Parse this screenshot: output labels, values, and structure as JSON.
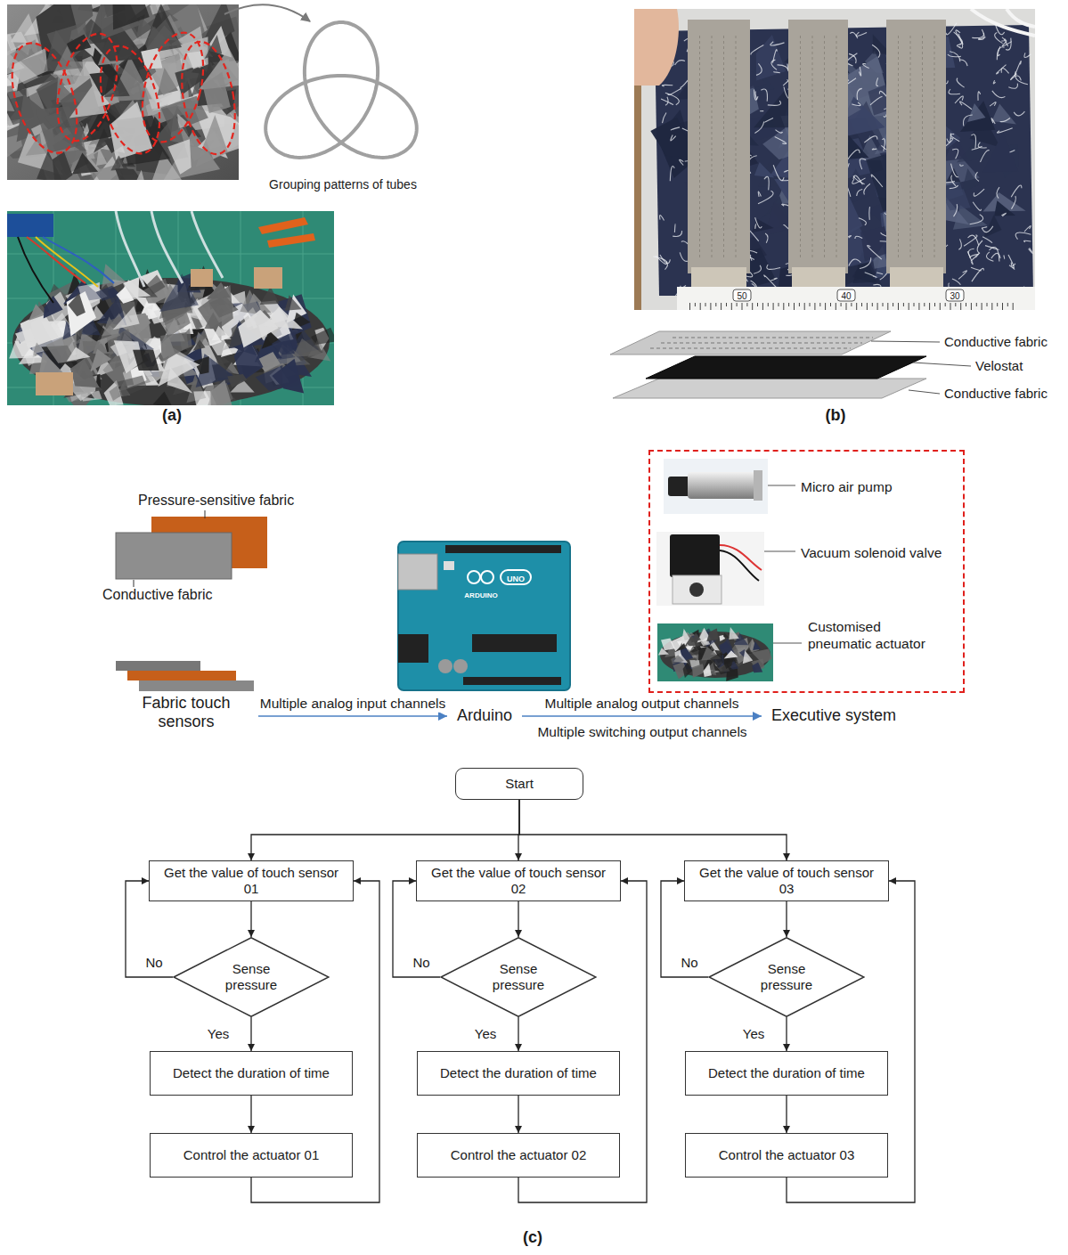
{
  "diagram": {
    "nodes": [
      {
        "text": [
          "Fabric touch sensors"
        ]
      },
      {
        "text": [
          "Arduino"
        ]
      },
      {
        "text": [
          "Executive system"
        ]
      },
      {
        "text": [
          "Micro air pump",
          "Vacuum solenoid valve",
          "Customised pneumatic actuator"
        ]
      },
      {
        "text": [
          "Start"
        ]
      },
      {
        "text": [
          "Get the value of touch sensor 01"
        ]
      },
      {
        "text": [
          "Sense pressure"
        ]
      },
      {
        "text": [
          "Detect the duration of time"
        ]
      },
      {
        "text": [
          "Control the actuator 01"
        ]
      },
      {
        "text": [
          "Get the value of touch sensor 02"
        ]
      },
      {
        "text": [
          "Sense pressure"
        ]
      },
      {
        "text": [
          "Detect the duration of time"
        ]
      },
      {
        "text": [
          "Control the actuator 02"
        ]
      },
      {
        "text": [
          "Get the value of touch sensor 03"
        ]
      },
      {
        "text": [
          "Sense pressure"
        ]
      },
      {
        "text": [
          "Detect the duration of time"
        ]
      },
      {
        "text": [
          "Control the actuator 03"
        ]
      }
    ],
    "edges": [
      {
        "from": 0,
        "to": 1,
        "arrow": "to",
        "label": "Multiple analog input channels"
      },
      {
        "from": 1,
        "to": 2,
        "arrow": "to",
        "label": "Multiple analog output channels"
      },
      {
        "from": 4,
        "to": 5,
        "arrow": "to"
      },
      {
        "from": 4,
        "to": 9,
        "arrow": "to"
      },
      {
        "from": 4,
        "to": 13,
        "arrow": "to"
      },
      {
        "from": 5,
        "to": 6,
        "arrow": "to"
      },
      {
        "from": 6,
        "to": 7,
        "arrow": "to",
        "label": "Yes"
      },
      {
        "from": 6,
        "to": 5,
        "arrow": "to",
        "label": "No"
      },
      {
        "from": 7,
        "to": 8,
        "arrow": "to"
      },
      {
        "from": 8,
        "to": 5,
        "arrow": "to"
      },
      {
        "from": 9,
        "to": 10,
        "arrow": "to"
      },
      {
        "from": 10,
        "to": 11,
        "arrow": "to",
        "label": "Yes"
      },
      {
        "from": 10,
        "to": 9,
        "arrow": "to",
        "label": "No"
      },
      {
        "from": 11,
        "to": 12,
        "arrow": "to"
      },
      {
        "from": 12,
        "to": 9,
        "arrow": "to"
      },
      {
        "from": 13,
        "to": 14,
        "arrow": "to"
      },
      {
        "from": 14,
        "to": 15,
        "arrow": "to",
        "label": "Yes"
      },
      {
        "from": 14,
        "to": 13,
        "arrow": "to",
        "label": "No"
      },
      {
        "from": 15,
        "to": 16,
        "arrow": "to"
      },
      {
        "from": 16,
        "to": 13,
        "arrow": "to"
      }
    ],
    "labels": [
      "Grouping patterns of tubes",
      "(a)",
      "50",
      "40",
      "30",
      "Conductive fabric",
      "Velostat",
      "Conductive fabric",
      "(b)",
      "Pressure-sensitive fabric",
      "Conductive fabric",
      "ARDUINO",
      "UNO",
      "Multiple switching output channels",
      "(c)"
    ]
  }
}
